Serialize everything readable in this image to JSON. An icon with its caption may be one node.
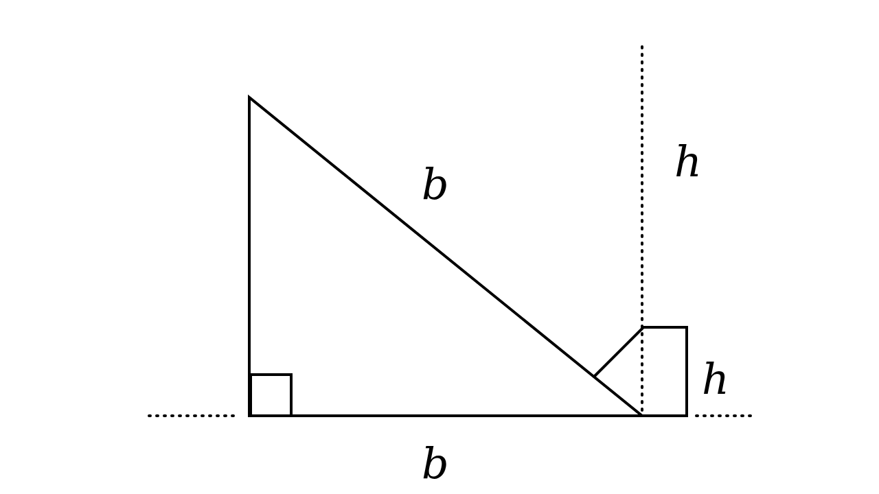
{
  "diagram": {
    "labels": [
      "h",
      "b",
      "h",
      "b"
    ]
  }
}
